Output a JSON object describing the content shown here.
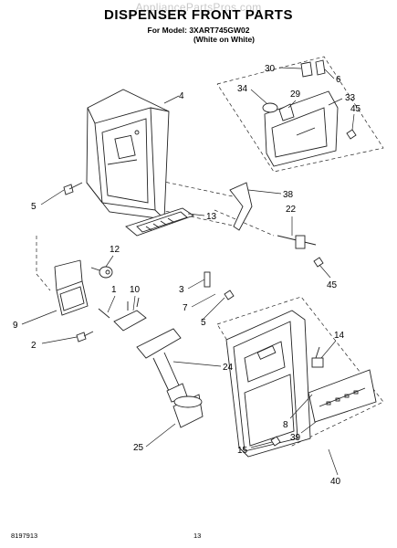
{
  "watermark": "AppliancePartsPros.com",
  "title": "DISPENSER FRONT PARTS",
  "model_line": "For Model: 3XART745GW02",
  "color_line": "(White on White)",
  "doc_number": "8197913",
  "page_number": "13",
  "callouts": [
    "30",
    "6",
    "34",
    "29",
    "33",
    "45",
    "4",
    "5",
    "13",
    "38",
    "22",
    "12",
    "45",
    "3",
    "7",
    "10",
    "1",
    "9",
    "5",
    "2",
    "14",
    "24",
    "8",
    "39",
    "25",
    "15",
    "40"
  ]
}
